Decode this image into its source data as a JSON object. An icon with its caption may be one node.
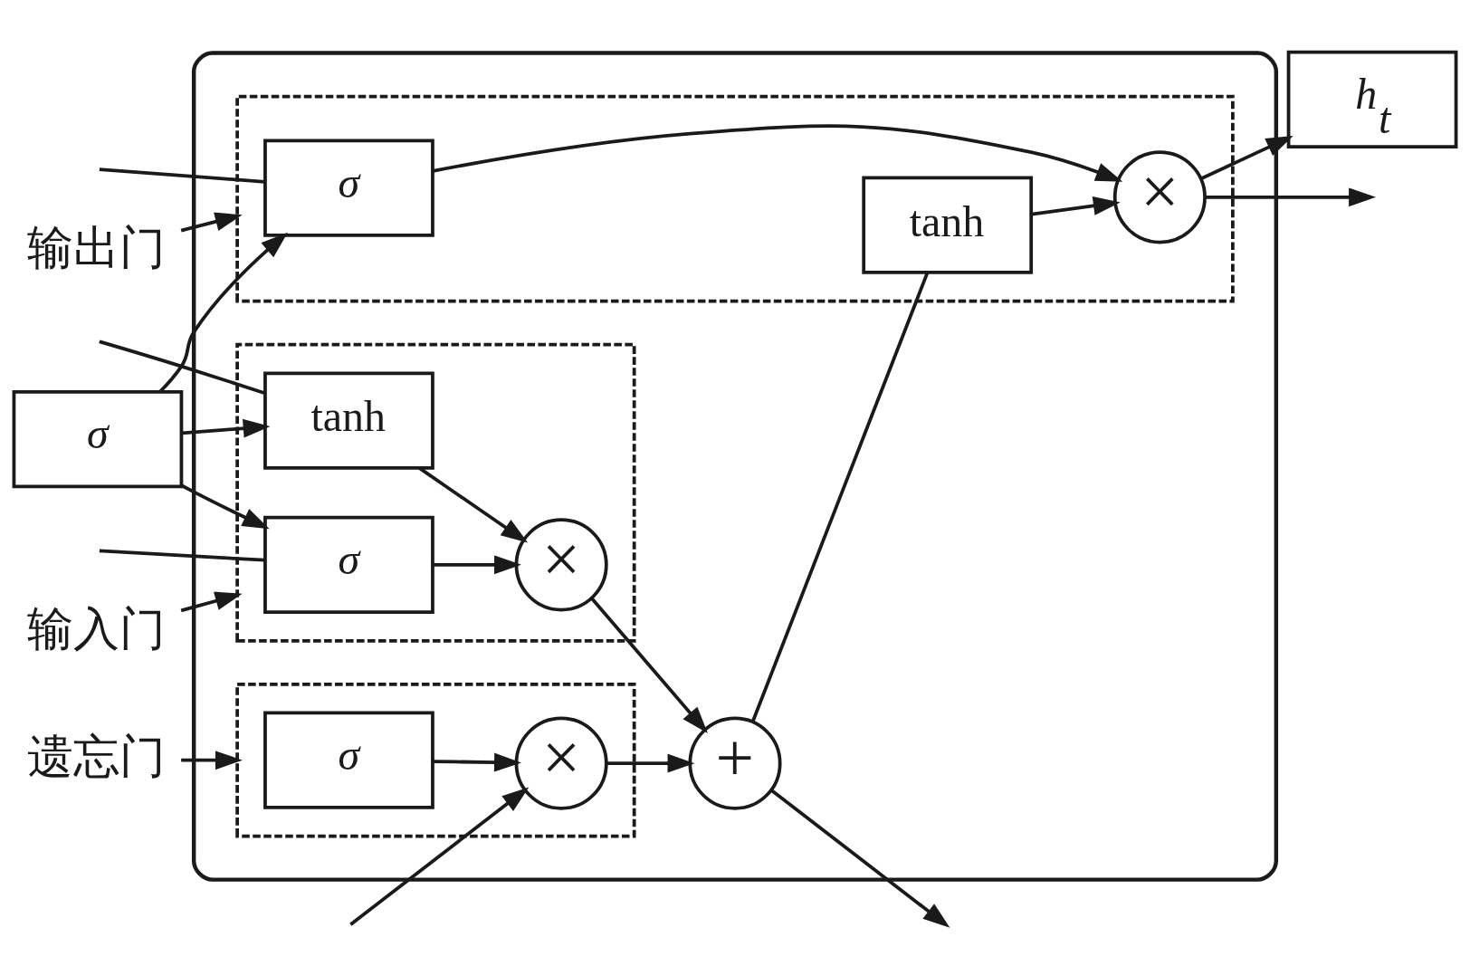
{
  "diagram": {
    "nodes": [
      {
        "text": [],
        "shape": "box"
      },
      {
        "text": [],
        "shape": "box",
        "in": 0
      },
      {
        "text": [
          "×"
        ],
        "in": 1
      },
      {
        "text": [
          "σ"
        ],
        "in": 1
      },
      {
        "text": [
          "+"
        ],
        "in": 0
      },
      {
        "text": [],
        "shape": "box",
        "in": 0
      },
      {
        "text": [
          "×"
        ],
        "in": 5
      },
      {
        "text": [
          "σ"
        ],
        "in": 5
      },
      {
        "text": [
          "tanh"
        ],
        "in": 5
      },
      {
        "text": [],
        "shape": "box",
        "in": 0
      },
      {
        "text": [
          "tanh"
        ],
        "in": 9
      },
      {
        "text": [
          "×"
        ],
        "in": 9
      },
      {
        "text": [
          "σ"
        ],
        "in": 9
      },
      {
        "text": [
          "h$_{t}$"
        ]
      },
      {
        "text": [
          "σ"
        ]
      },
      {
        "text": [
          "遗忘门"
        ]
      },
      {
        "text": [
          "输入门"
        ]
      },
      {
        "text": [
          "输出门"
        ]
      }
    ],
    "edges": [
      {
        "from": null,
        "to": 2,
        "arrow": "to"
      },
      {
        "from": 3,
        "to": 2,
        "arrow": "to"
      },
      {
        "from": 2,
        "to": 4,
        "arrow": "to"
      },
      {
        "from": 6,
        "to": 4,
        "arrow": "to"
      },
      {
        "from": 7,
        "to": 6,
        "arrow": "to"
      },
      {
        "from": 8,
        "to": 6,
        "arrow": "to"
      },
      {
        "from": 4,
        "to": null,
        "arrow": "to"
      },
      {
        "from": 4,
        "to": 10,
        "arrow": "none"
      },
      {
        "from": 10,
        "to": 11,
        "arrow": "to"
      },
      {
        "from": 12,
        "to": 11,
        "arrow": "to"
      },
      {
        "from": 11,
        "to": null,
        "arrow": "to"
      },
      {
        "from": 11,
        "to": 13,
        "arrow": "to"
      },
      {
        "from": null,
        "to": 7,
        "arrow": "none"
      },
      {
        "from": null,
        "to": 8,
        "arrow": "none"
      },
      {
        "from": null,
        "to": 12,
        "arrow": "none"
      },
      {
        "from": 14,
        "to": 7,
        "arrow": "to"
      },
      {
        "from": 14,
        "to": 8,
        "arrow": "to"
      },
      {
        "from": 14,
        "to": 12,
        "arrow": "to"
      },
      {
        "from": 15,
        "to": 1,
        "arrow": "to"
      },
      {
        "from": 16,
        "to": 5,
        "arrow": "to"
      },
      {
        "from": 17,
        "to": 9,
        "arrow": "to"
      }
    ]
  }
}
